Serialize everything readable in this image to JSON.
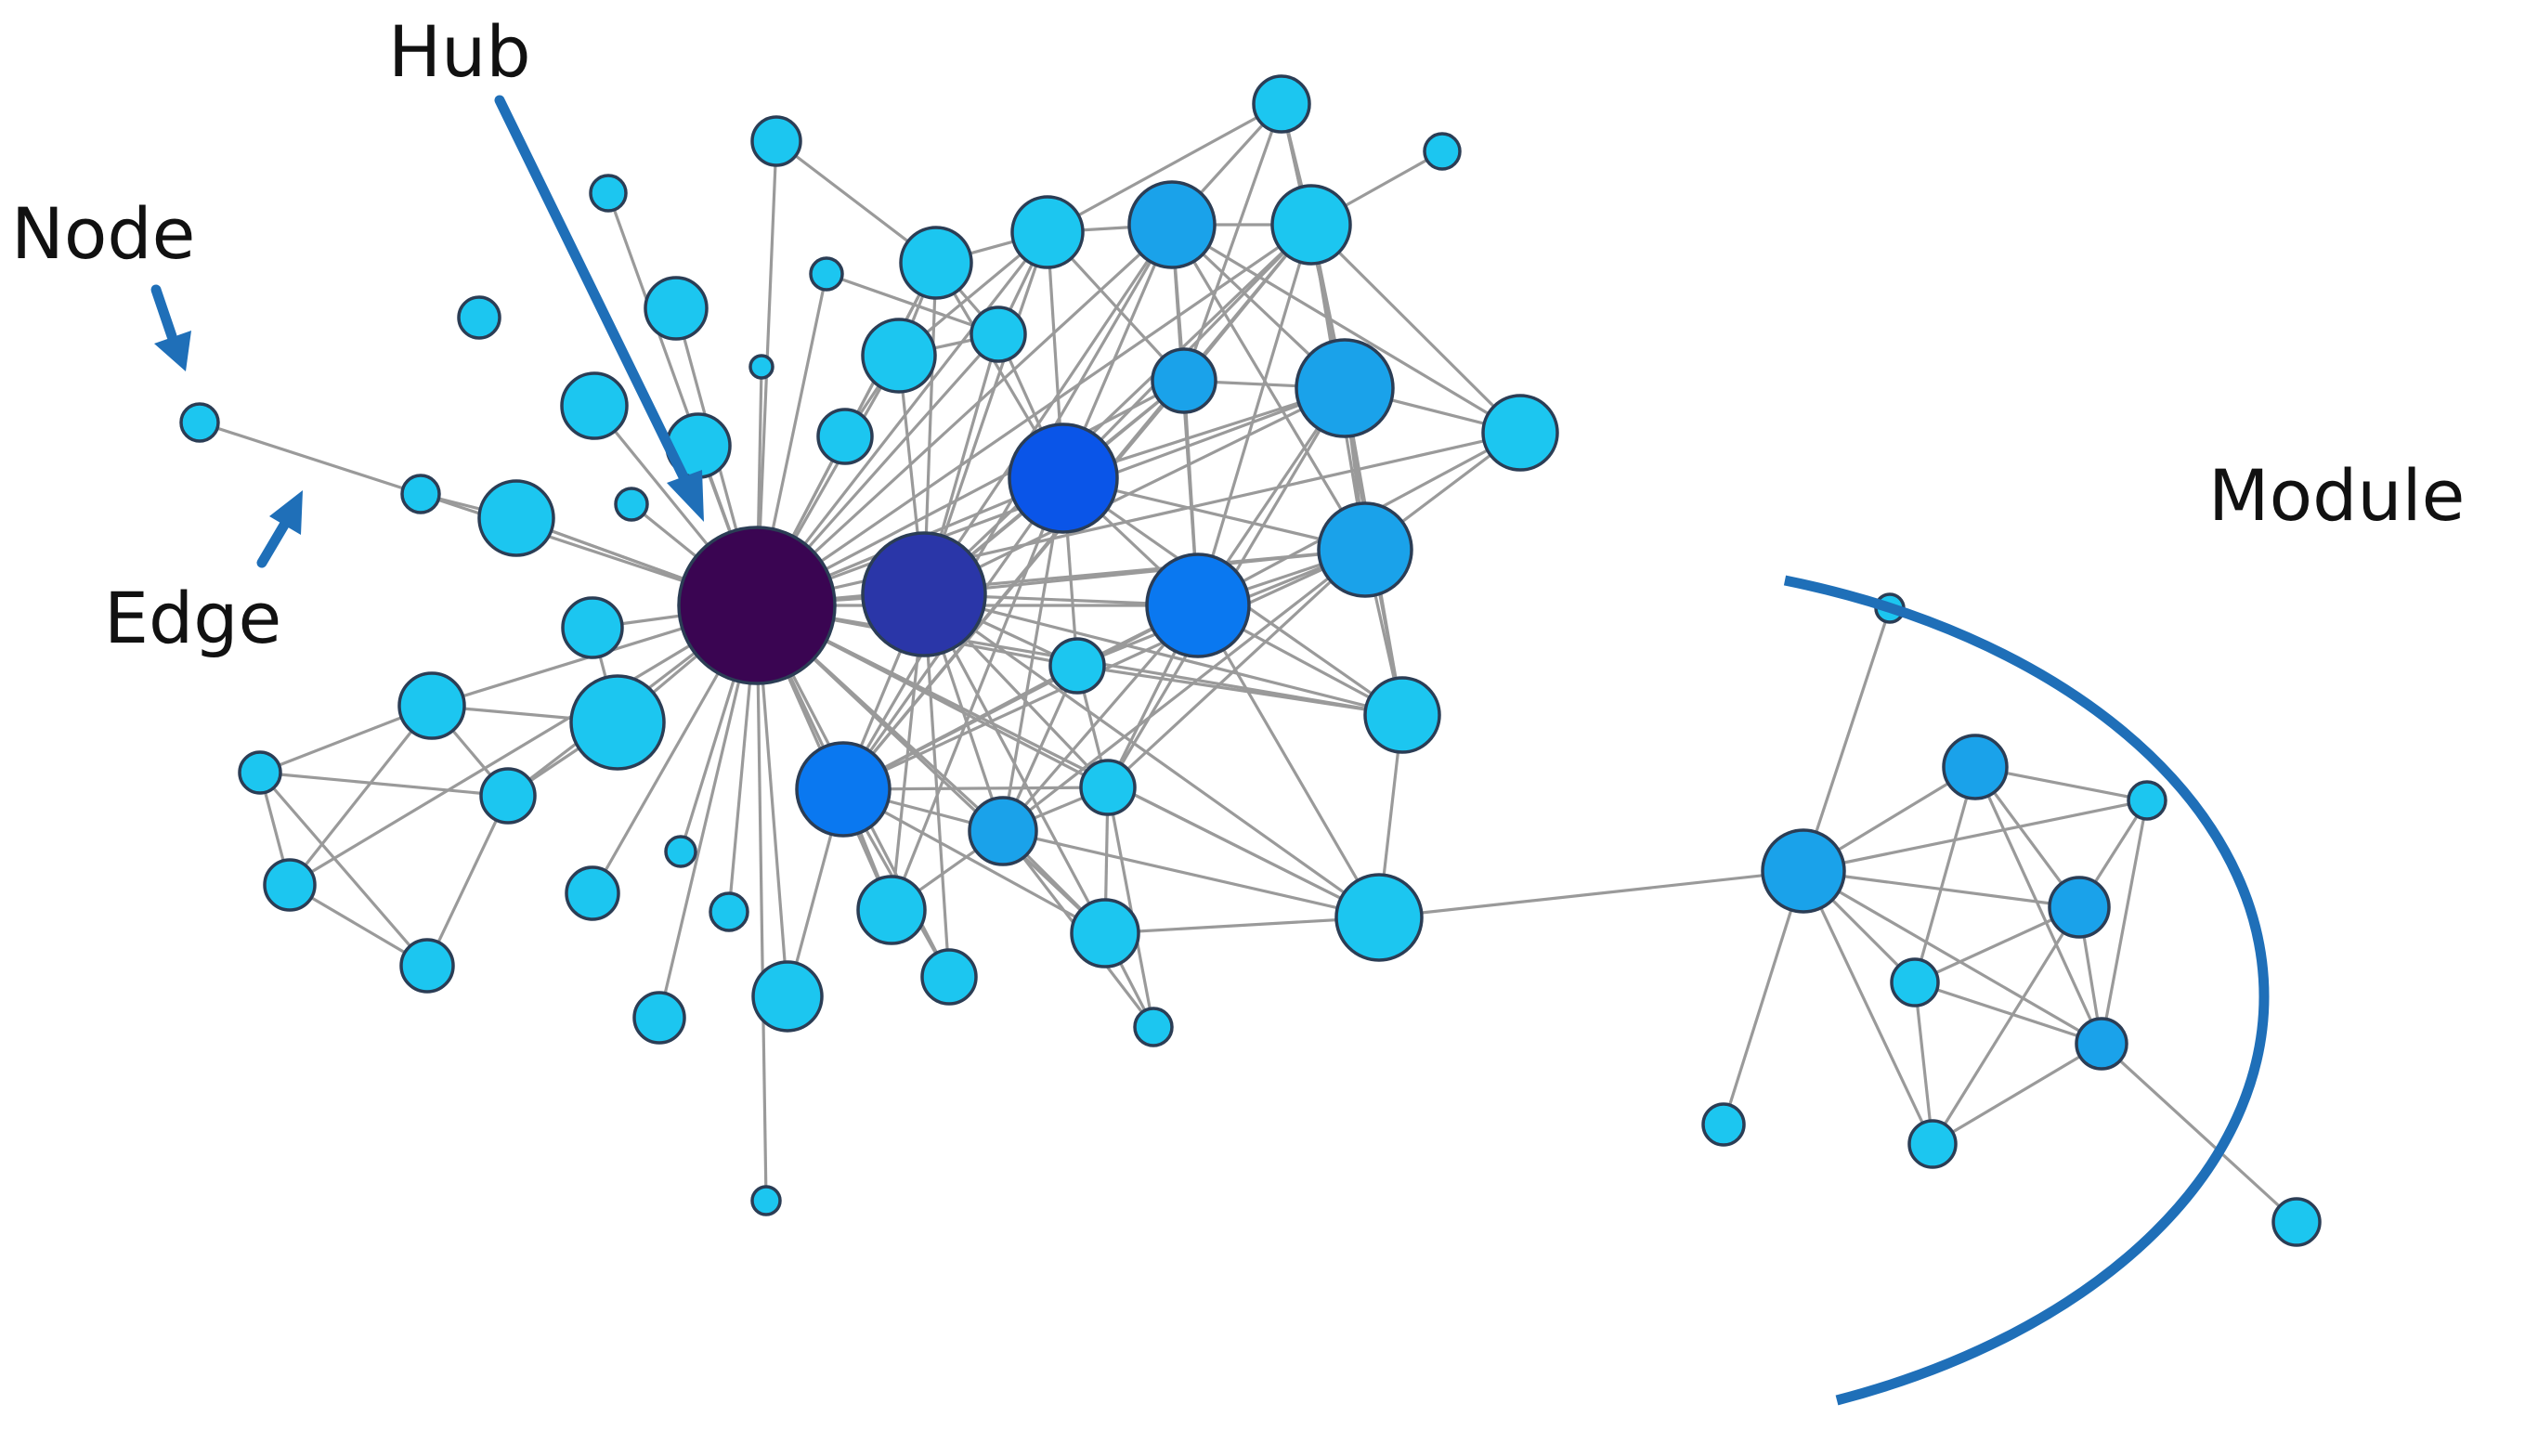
{
  "labels": {
    "hub": "Hub",
    "node": "Node",
    "edge": "Edge",
    "module": "Module"
  },
  "colors": {
    "node_light": "#1cc6f0",
    "node_mid": "#1aa2ea",
    "node_blue": "#0a78f0",
    "node_deep": "#0a55e8",
    "node_indigo": "#2a36a8",
    "node_hub": "#3a0552",
    "edge": "#9a9a9a",
    "annotation": "#1f6fb8"
  },
  "icons": {
    "annotation_arrow": "arrow-icon",
    "module_bracket": "arc-bracket-icon"
  }
}
